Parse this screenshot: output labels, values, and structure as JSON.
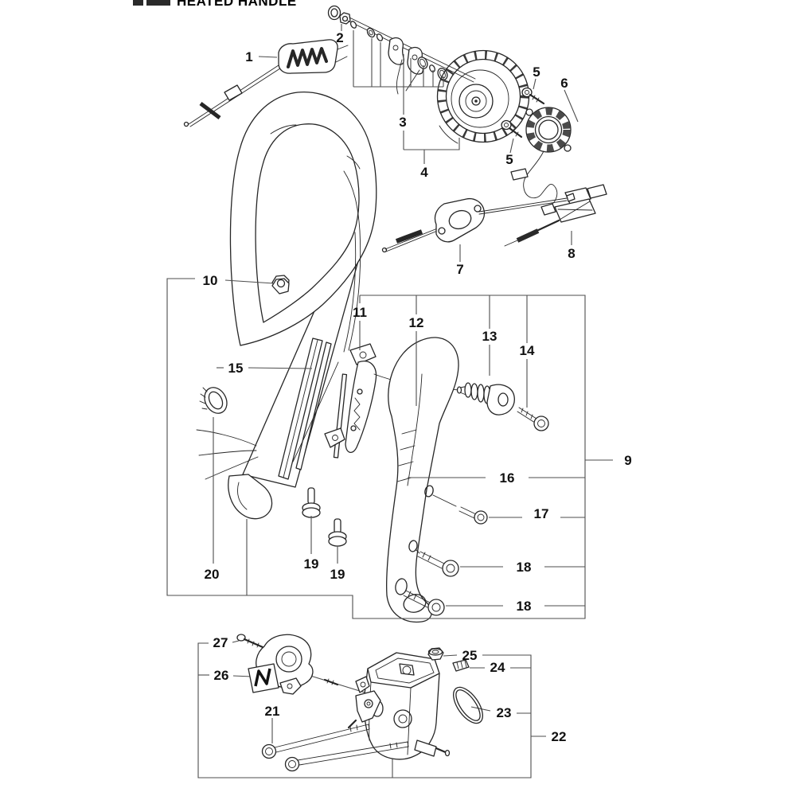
{
  "title": {
    "text": "HEATED HANDLE"
  },
  "colors": {
    "line": "#262626",
    "leader": "#4d4d4d",
    "background": "#ffffff",
    "label": "#111111"
  },
  "callouts": [
    {
      "label": "1"
    },
    {
      "label": "2"
    },
    {
      "label": "3"
    },
    {
      "label": "4"
    },
    {
      "label": "5"
    },
    {
      "label": "6"
    },
    {
      "label": "5"
    },
    {
      "label": "7"
    },
    {
      "label": "8"
    },
    {
      "label": "9"
    },
    {
      "label": "10"
    },
    {
      "label": "11"
    },
    {
      "label": "12"
    },
    {
      "label": "13"
    },
    {
      "label": "14"
    },
    {
      "label": "15"
    },
    {
      "label": "16"
    },
    {
      "label": "17"
    },
    {
      "label": "18"
    },
    {
      "label": "18"
    },
    {
      "label": "19"
    },
    {
      "label": "19"
    },
    {
      "label": "20"
    },
    {
      "label": "21"
    },
    {
      "label": "22"
    },
    {
      "label": "23"
    },
    {
      "label": "24"
    },
    {
      "label": "25"
    },
    {
      "label": "26"
    },
    {
      "label": "27"
    }
  ]
}
